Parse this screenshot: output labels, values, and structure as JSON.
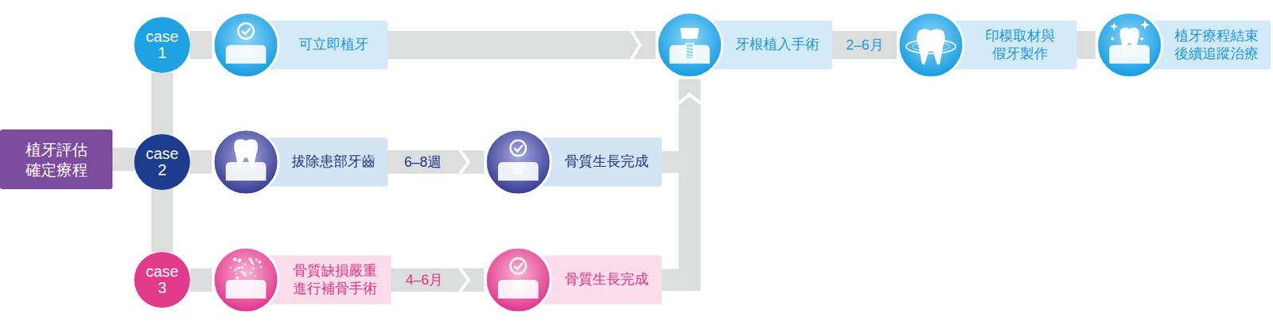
{
  "diagram": {
    "nodes": [
      {
        "text": [
          "植牙評估 確定療程"
        ]
      },
      {
        "text": [
          "case 1"
        ]
      },
      {
        "text": [
          "case 2"
        ]
      },
      {
        "text": [
          "case 3"
        ]
      },
      {
        "text": [
          "可立即植牙"
        ]
      },
      {
        "text": [
          "拔除患部牙齒"
        ]
      },
      {
        "text": [
          "骨質生長完成"
        ]
      },
      {
        "text": [
          "骨質缺損嚴重 進行補骨手術"
        ]
      },
      {
        "text": [
          "骨質生長完成"
        ]
      },
      {
        "text": [
          "牙根植入手術"
        ]
      },
      {
        "text": [
          "印模取材與 假牙製作"
        ]
      },
      {
        "text": [
          "植牙療程結束 後續追蹤治療"
        ]
      }
    ],
    "edges": [
      {
        "from": 0,
        "to": 1,
        "arrow": "none"
      },
      {
        "from": 0,
        "to": 2,
        "arrow": "none"
      },
      {
        "from": 0,
        "to": 3,
        "arrow": "none"
      },
      {
        "from": 1,
        "to": 4,
        "arrow": "none"
      },
      {
        "from": 2,
        "to": 5,
        "arrow": "none"
      },
      {
        "from": 3,
        "to": 7,
        "arrow": "none"
      },
      {
        "from": 5,
        "to": 6,
        "label": "6–8週",
        "arrow": "to"
      },
      {
        "from": 7,
        "to": 8,
        "label": "4–6月",
        "arrow": "to"
      },
      {
        "from": 4,
        "to": 9,
        "arrow": "to"
      },
      {
        "from": 6,
        "to": 9,
        "arrow": "to"
      },
      {
        "from": 8,
        "to": 9,
        "arrow": "to"
      },
      {
        "from": 9,
        "to": 10,
        "label": "2–6月",
        "arrow": "none"
      },
      {
        "from": 10,
        "to": 11,
        "arrow": "none"
      }
    ]
  }
}
